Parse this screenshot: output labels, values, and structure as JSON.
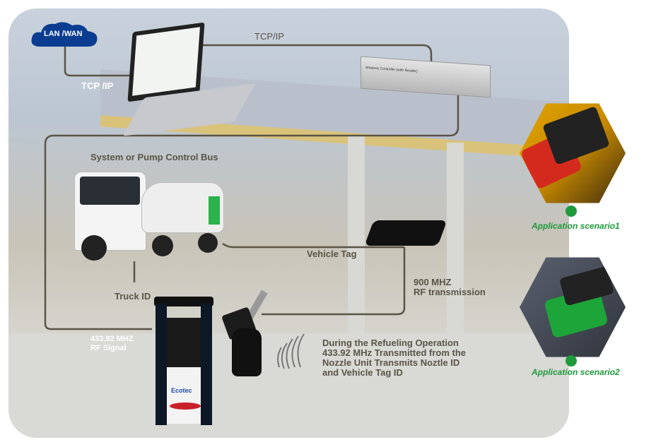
{
  "labels": {
    "cloud": "LAN /WAN",
    "tcp_top": "TCP/IP",
    "tcp_left": "TCP /IP",
    "controller": "Wireless Controller (with Reader)",
    "bus": "System or Pump Control Bus",
    "vehicle_tag": "Vehicle Tag",
    "rf900_1": "900 MHZ",
    "rf900_2": "RF transmission",
    "truck_id": "Truck ID",
    "rf433_1": "433.92 MHZ",
    "rf433_2": "RF Signal",
    "desc": [
      "During the Refueling Operation",
      "433.92 MHz Transmitted from the",
      "Nozzle Unit Transmits Noztle ID",
      "and Vehicle Tag ID"
    ],
    "dispenser_brand": "Ecotec",
    "scenario1": "Application scenario1",
    "scenario2": "Application scenario2"
  },
  "colors": {
    "line": "#5a5446",
    "cloud": "#0a3d91",
    "accent": "#1f9a3b"
  }
}
